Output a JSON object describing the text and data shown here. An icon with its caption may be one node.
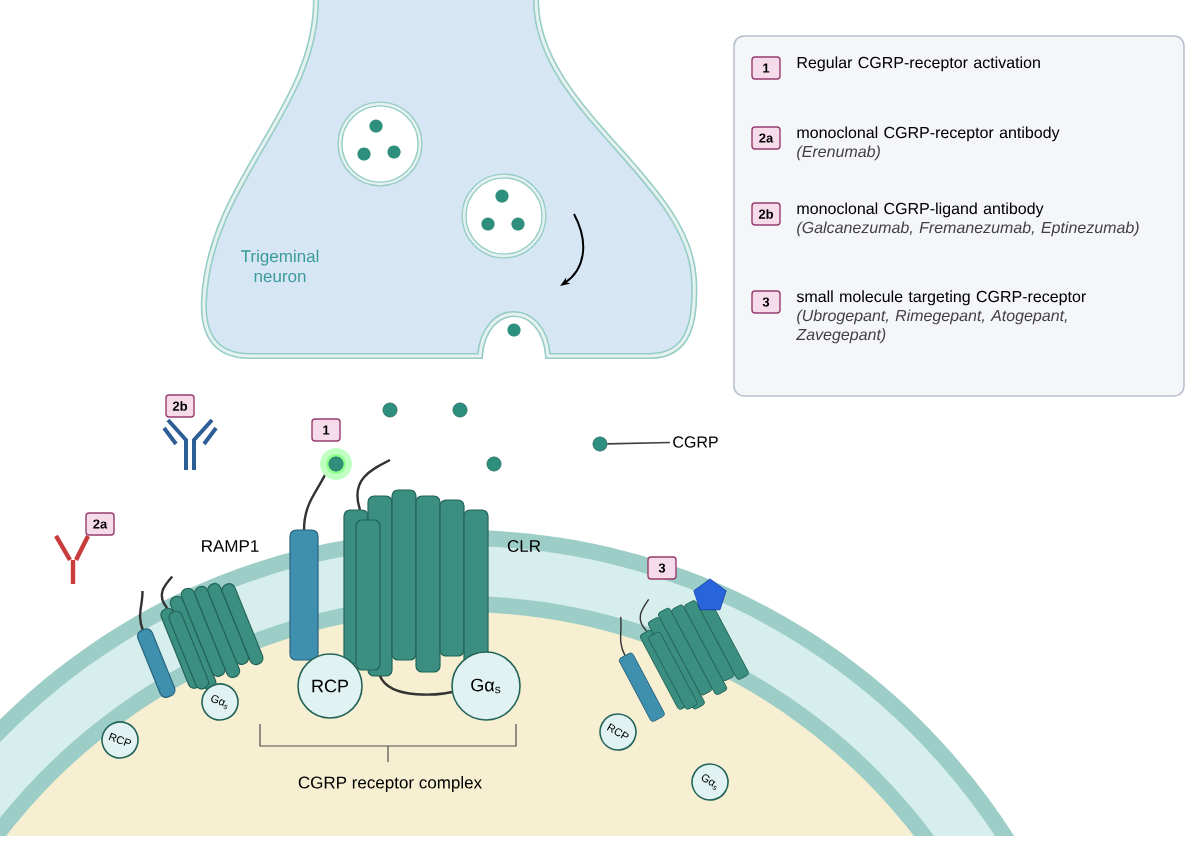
{
  "diagram": {
    "nodes": [
      {
        "text": [],
        "shape": "box"
      },
      {
        "text": [
          "1"
        ],
        "in": 0,
        "beside": [
          "Regular CGRP-receptor activation"
        ]
      },
      {
        "text": [
          "2a"
        ],
        "in": 0,
        "beside": [
          "monoclonal CGRP-receptor antibody",
          "(Erenumab)"
        ]
      },
      {
        "text": [
          "2b"
        ],
        "in": 0,
        "beside": [
          "monoclonal CGRP-ligand antibody",
          "(Galcanezumab, Fremanezumab, Eptinezumab)"
        ]
      },
      {
        "text": [
          "3"
        ],
        "in": 0,
        "beside": [
          "small molecule targeting CGRP-receptor",
          "(Ubrogepant, Rimegepant, Atogepant, Zavegepant)"
        ]
      },
      {
        "text": [
          "Trigeminal neuron"
        ]
      },
      {
        "text": [
          "2b"
        ]
      },
      {
        "text": [
          "1"
        ]
      },
      {
        "text": [
          "2a"
        ]
      },
      {
        "text": [
          "3"
        ]
      },
      {
        "text": [
          "CGRP"
        ]
      },
      {
        "text": [],
        "shape": "circle"
      },
      {
        "text": [
          "RCP"
        ]
      },
      {
        "text": [
          "Gα$_{s}$"
        ]
      },
      {
        "text": [
          "RCP"
        ]
      },
      {
        "text": [
          "Gα$_{s}$"
        ]
      },
      {
        "text": [
          "RCP"
        ]
      },
      {
        "text": [
          "Gα$_{s}$"
        ]
      }
    ],
    "edges": [
      {
        "from": 10,
        "to": 11,
        "arrow": "none"
      }
    ],
    "labels": [
      "RAMP1",
      "CLR",
      "CGRP receptor complex"
    ]
  }
}
